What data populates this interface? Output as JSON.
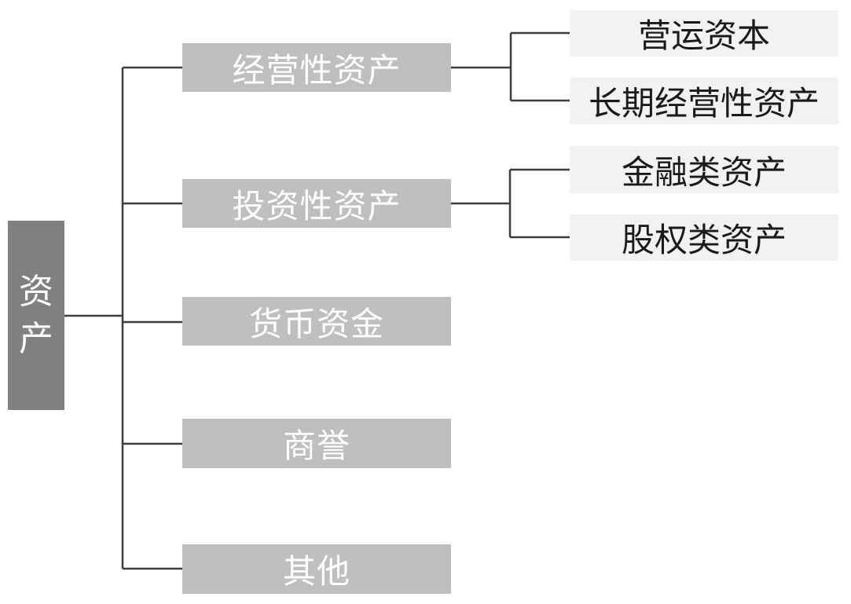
{
  "diagram": {
    "root": {
      "label": "资产"
    },
    "branches": [
      {
        "label": "经营性资产",
        "children": [
          {
            "label": "营运资本"
          },
          {
            "label": "长期经营性资产"
          }
        ]
      },
      {
        "label": "投资性资产",
        "children": [
          {
            "label": "金融类资产"
          },
          {
            "label": "股权类资产"
          }
        ]
      },
      {
        "label": "货币资金",
        "children": []
      },
      {
        "label": "商誉",
        "children": []
      },
      {
        "label": "其他",
        "children": []
      }
    ],
    "colors": {
      "background": "#ffffff",
      "root_fill": "#808080",
      "branch_fill": "#bfbfbf",
      "leaf_fill": "#f2f2f2",
      "root_text": "#ffffff",
      "branch_text": "#ffffff",
      "leaf_text": "#1a1a1a",
      "line": "#3d3d3d"
    }
  }
}
